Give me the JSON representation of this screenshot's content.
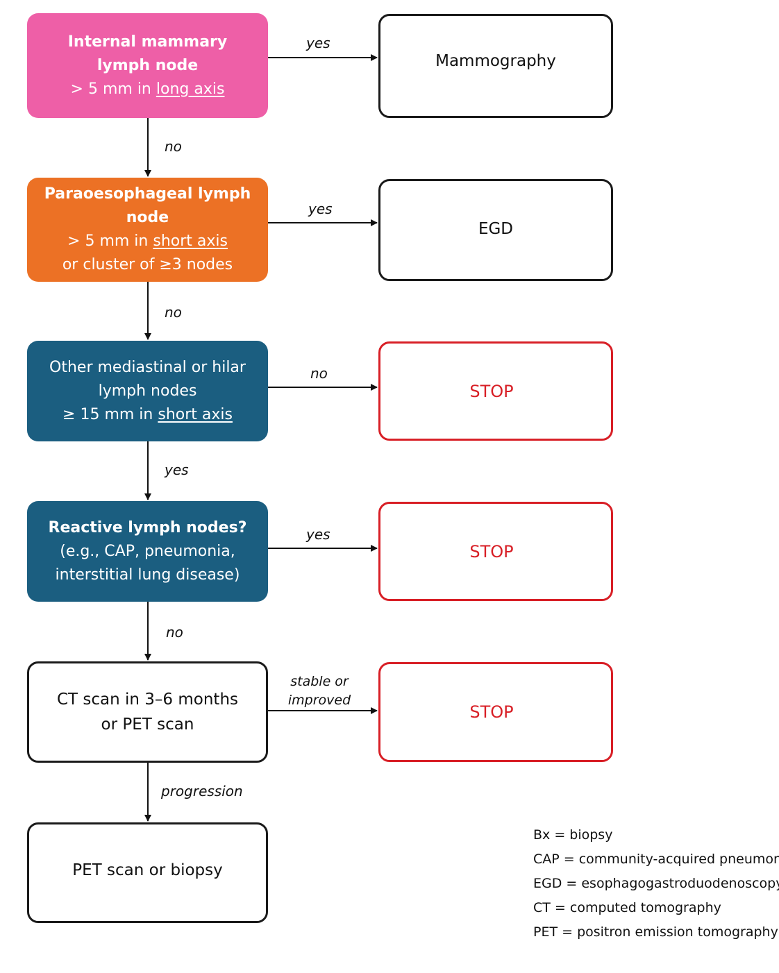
{
  "nodes": {
    "internal_mammary": {
      "line1": "Internal mammary",
      "line2": "lymph node",
      "line3_prefix": "> 5 mm in ",
      "line3_emph": "long axis"
    },
    "mammography": {
      "label": "Mammography"
    },
    "paraesophageal": {
      "line1": "Paraoesophageal lymph node",
      "line2_prefix": "> 5 mm in ",
      "line2_emph": "short axis",
      "line3": "or cluster of ≥3 nodes"
    },
    "egd": {
      "label": "EGD"
    },
    "mediastinal": {
      "line1": "Other mediastinal or hilar",
      "line2": "lymph nodes",
      "line3_prefix": "≥ 15 mm in ",
      "line3_emph": "short axis"
    },
    "stop1": {
      "label": "STOP"
    },
    "reactive": {
      "line1": "Reactive lymph nodes?",
      "line2": "(e.g., CAP, pneumonia,",
      "line3": "interstitial lung disease)"
    },
    "stop2": {
      "label": "STOP"
    },
    "ct_scan": {
      "line1": "CT scan in 3–6 months",
      "line2": "or PET scan"
    },
    "stop3": {
      "label": "STOP"
    },
    "pet_biopsy": {
      "label": "PET scan or biopsy"
    }
  },
  "edges": {
    "e1_yes": "yes",
    "e1_no": "no",
    "e2_yes": "yes",
    "e2_no": "no",
    "e3_no": "no",
    "e3_yes": "yes",
    "e4_yes": "yes",
    "e4_no": "no",
    "e5_line1": "stable or",
    "e5_line2": "improved",
    "e5_progression": "progression"
  },
  "legend": [
    "Bx = biopsy",
    "CAP = community-acquired pneumonia",
    "EGD = esophagogastroduodenoscopy",
    "CT = computed tomography",
    "PET = positron emission tomography"
  ],
  "colors": {
    "pink": "#ee5fa7",
    "orange": "#ec7125",
    "teal": "#1b5e80",
    "stop_red": "#d81f26",
    "outline": "#1a1a1a"
  }
}
